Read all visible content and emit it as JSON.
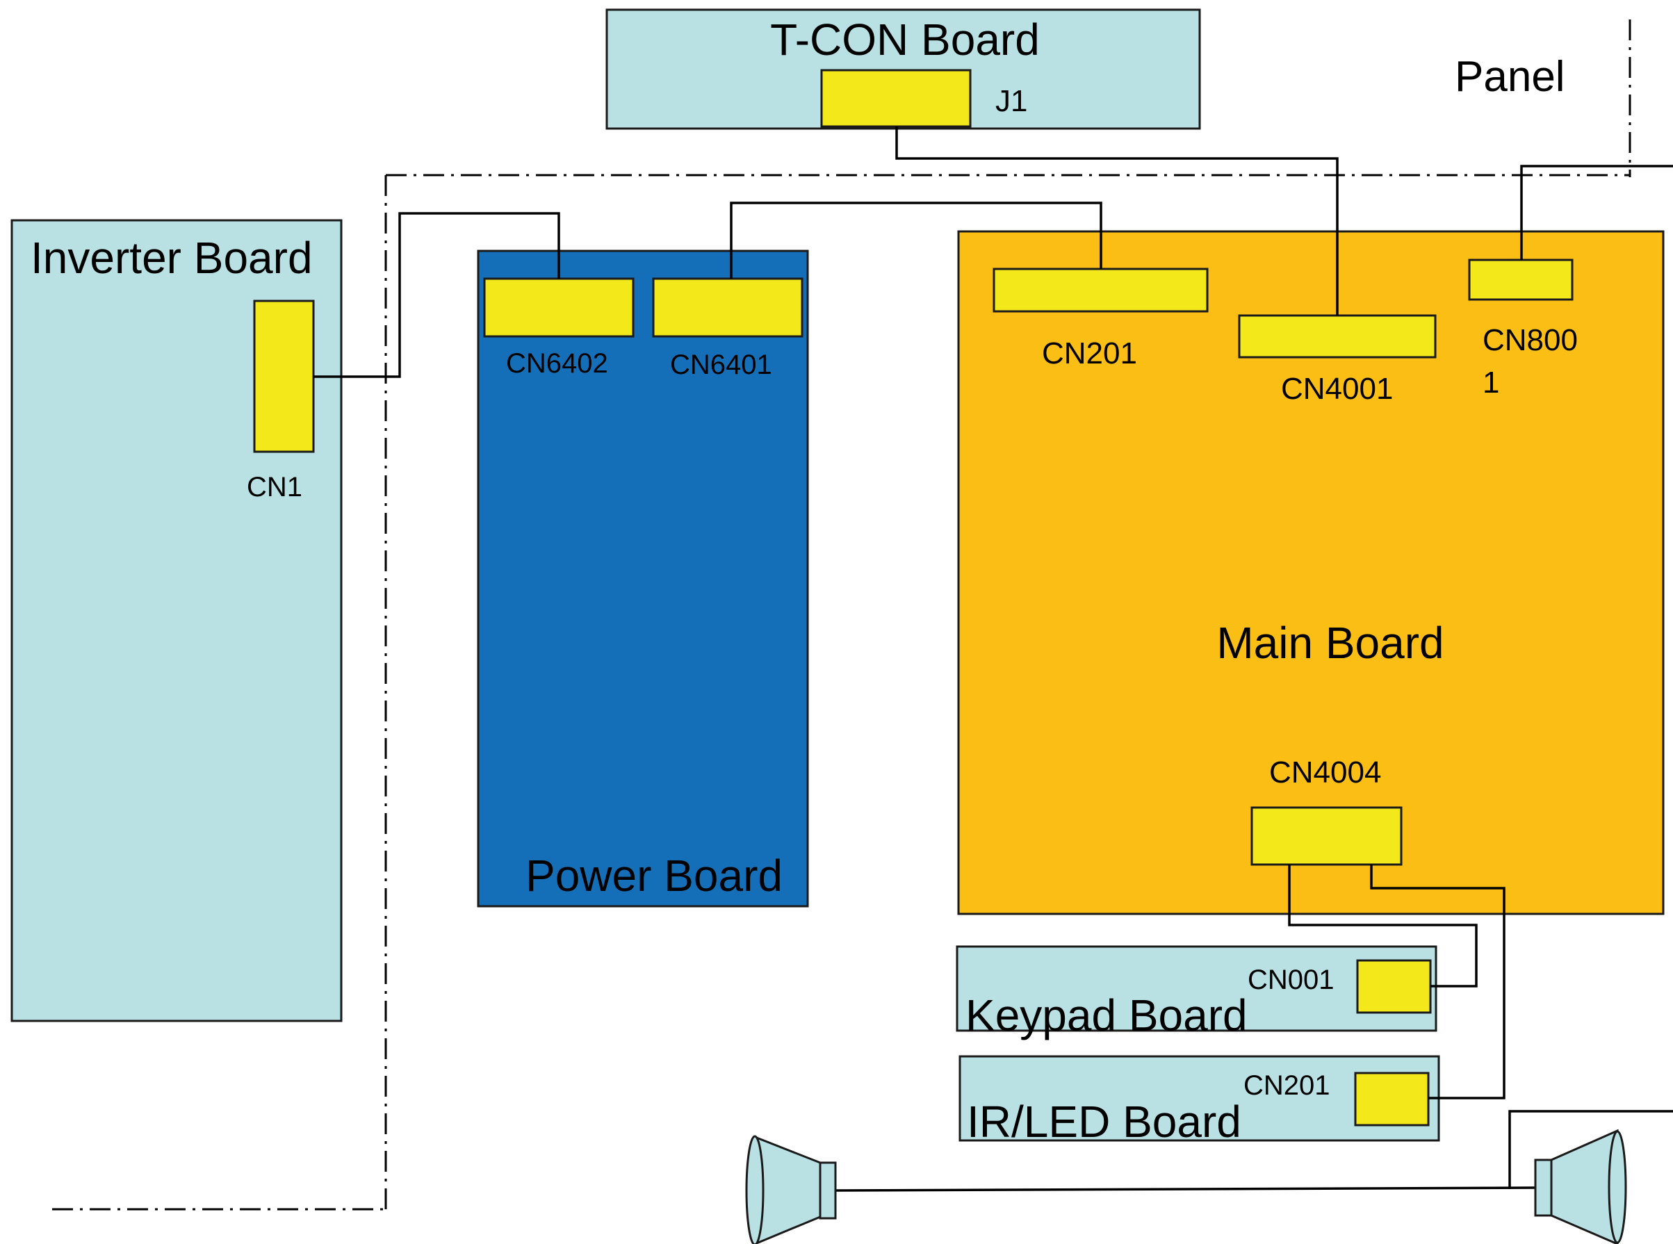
{
  "colors": {
    "light_board": "#b9e0e3",
    "power_board": "#156fb8",
    "main_board": "#fabe14",
    "connector": "#f2e81a",
    "wire": "#000000"
  },
  "panel": {
    "label": "Panel"
  },
  "boards": {
    "tcon": {
      "title": "T-CON Board",
      "connector": "J1"
    },
    "inverter": {
      "title": "Inverter Board",
      "connector": "CN1"
    },
    "power": {
      "title": "Power Board",
      "connector_a": "CN6402",
      "connector_b": "CN6401"
    },
    "main": {
      "title": "Main Board",
      "cn201": "CN201",
      "cn4001": "CN4001",
      "cn8001_line1": "CN800",
      "cn8001_line2": "1",
      "cn4004": "CN4004"
    },
    "keypad": {
      "title": "Keypad Board",
      "connector": "CN001"
    },
    "irled": {
      "title": "IR/LED Board",
      "connector": "CN201"
    }
  },
  "speakers": {
    "left": "speaker",
    "right": "speaker"
  }
}
